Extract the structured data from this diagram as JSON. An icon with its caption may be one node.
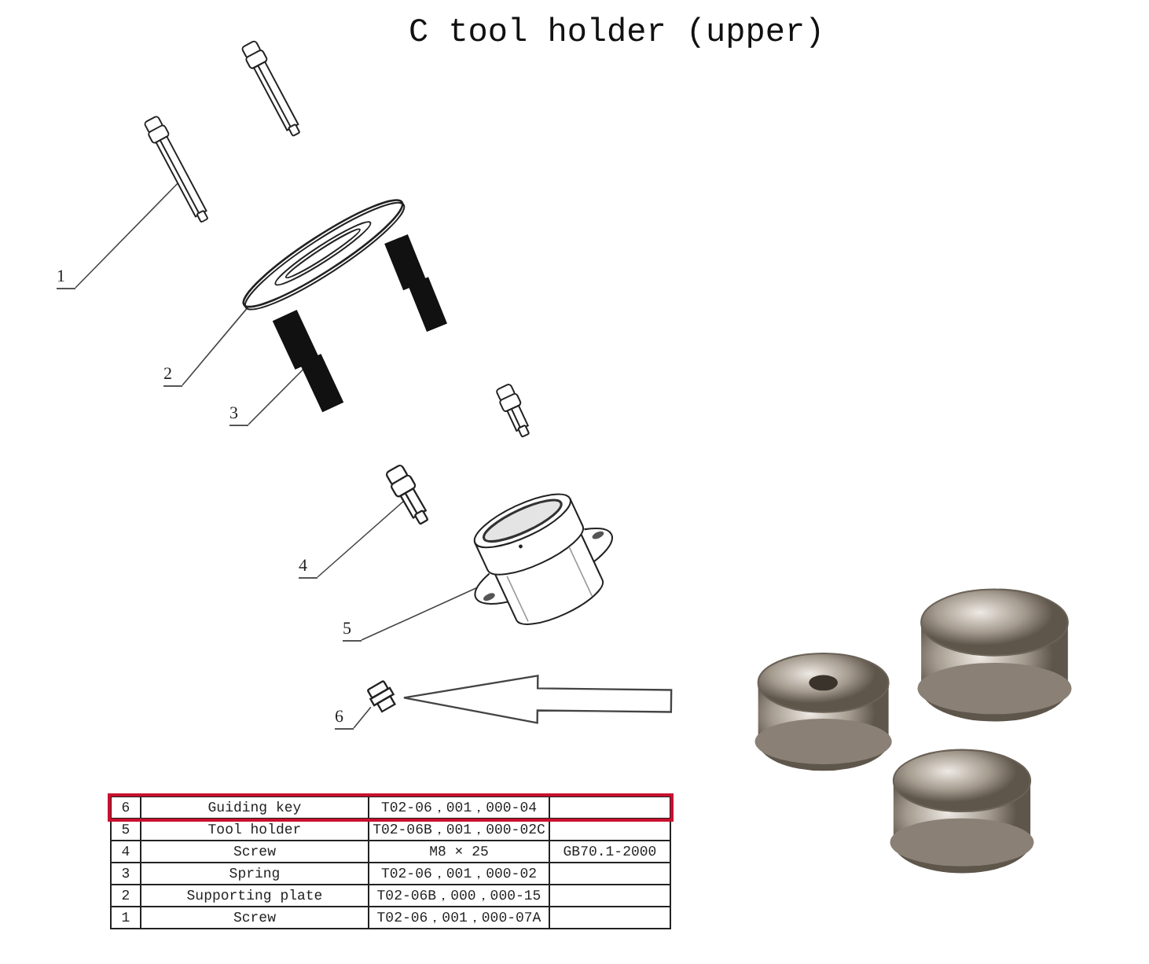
{
  "diagram": {
    "title": "C tool holder (upper)",
    "nodes": [
      {
        "text": [
          "1"
        ]
      },
      {
        "text": [],
        "shape": "picture"
      },
      {
        "text": [
          "2"
        ]
      },
      {
        "text": [],
        "shape": "picture"
      },
      {
        "text": [
          "3"
        ]
      },
      {
        "text": [],
        "shape": "picture"
      },
      {
        "text": [
          "4"
        ]
      },
      {
        "text": [],
        "shape": "picture"
      },
      {
        "text": [
          "5"
        ]
      },
      {
        "text": [],
        "shape": "picture"
      },
      {
        "text": [
          "6"
        ]
      },
      {
        "text": [],
        "shape": "picture"
      },
      {
        "text": [],
        "shape": "picture"
      }
    ],
    "edges": [
      {
        "from": 0,
        "to": 1,
        "arrow": "none"
      },
      {
        "from": 2,
        "to": 3,
        "arrow": "none"
      },
      {
        "from": 4,
        "to": 5,
        "arrow": "none"
      },
      {
        "from": 6,
        "to": 7,
        "arrow": "none"
      },
      {
        "from": 8,
        "to": 9,
        "arrow": "none"
      },
      {
        "from": 10,
        "to": 11,
        "arrow": "none"
      },
      {
        "from": 12,
        "to": 11,
        "arrow": "to",
        "style": "thick"
      }
    ],
    "labels": [
      "6",
      "Guiding key",
      "T02-06，001，000-04",
      "5",
      "Tool holder",
      "T02-06B，001，000-02C",
      "4",
      "Screw",
      "M8 × 25",
      "GB70.1-2000",
      "3",
      "Spring",
      "T02-06，001，000-02",
      "2",
      "Supporting plate",
      "T02-06B，000，000-15",
      "1",
      "Screw",
      "T02-06，001，000-07A"
    ]
  }
}
